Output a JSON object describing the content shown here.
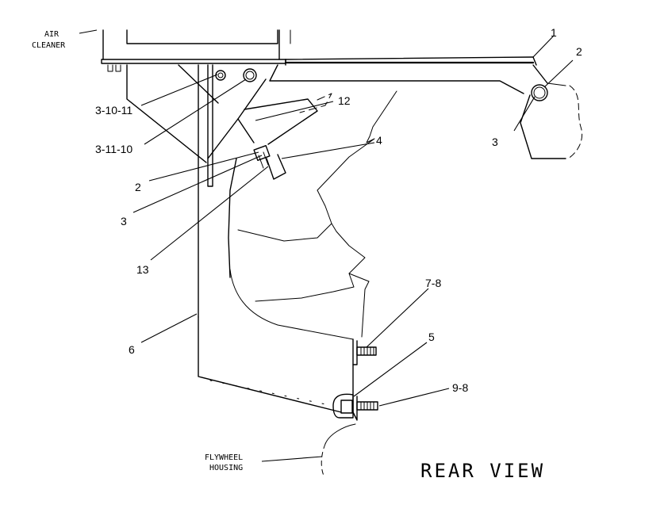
{
  "labels": {
    "air_cleaner_line1": "AIR",
    "air_cleaner_line2": "CLEANER",
    "flywheel_line1": "FLYWHEEL",
    "flywheel_line2": "HOUSING",
    "view_title": "REAR VIEW",
    "p1": "1",
    "p2_top": "2",
    "p3_right": "3",
    "p3_10_11": "3-10-11",
    "p3_11_10": "3-11-10",
    "p12": "12",
    "p4": "4",
    "p2_left": "2",
    "p3_left": "3",
    "p13": "13",
    "p6": "6",
    "p7_8": "7-8",
    "p5": "5",
    "p9_8": "9-8"
  }
}
